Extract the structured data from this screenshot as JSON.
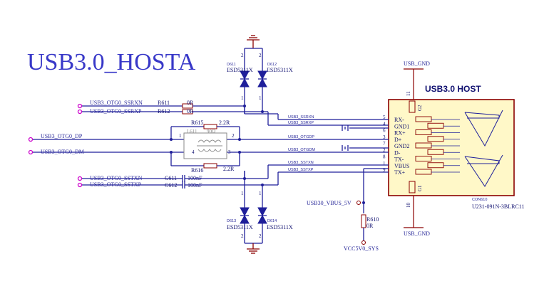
{
  "title": "USB3.0_HOSTA",
  "connector": {
    "title": "USB3.0 HOST",
    "ref": "CON610",
    "part": "U231-091N-3BLRC11",
    "gnd_top": "USB_GND",
    "gnd_bottom": "USB_GND",
    "pin_top": "11",
    "pin_bottom": "10",
    "g1": "G1",
    "g2": "G2",
    "pins": [
      {
        "num": "5",
        "name": "RX-"
      },
      {
        "num": "4",
        "name": "GND1"
      },
      {
        "num": "6",
        "name": "RX+"
      },
      {
        "num": "3",
        "name": "D+"
      },
      {
        "num": "7",
        "name": "GND2"
      },
      {
        "num": "2",
        "name": "D-"
      },
      {
        "num": "8",
        "name": "TX-"
      },
      {
        "num": "1",
        "name": "VBUS"
      },
      {
        "num": "9",
        "name": "TX+"
      }
    ]
  },
  "nets": {
    "ssrxn": "USB3_OTG0_SSRXN",
    "ssrxp": "USB3_OTG0_SSRXP",
    "dp": "USB3_OTG0_DP",
    "dm": "USB3_OTG0_DM",
    "sstxn": "USB3_OTG0_SSTXN",
    "sstxp": "USB3_OTG0_SSTXP",
    "usb_ssrxn": "USB3_SSRXN",
    "usb_ssrxp": "USB3_SSRXP",
    "usb_otgdp": "USB3_OTGDP",
    "usb_otgdm": "USB3_OTGDM",
    "usb_sstxn": "USB3_SSTXN",
    "usb_sstxp": "USB3_SSTXP",
    "vbus": "USB30_VBUS_5V",
    "vcc": "VCC5V0_SYS"
  },
  "parts": {
    "r611": "R611",
    "r612": "R612",
    "r615": "R615",
    "r616": "R616",
    "r610": "R610",
    "r_zero": "0R",
    "r_22": "2.2R",
    "l611": "L611",
    "l_val": "90Ω",
    "choke_pin1": "1",
    "choke_pin2": "2",
    "choke_pin3": "3",
    "choke_pin4": "4",
    "c611": "C611",
    "c612": "C612",
    "c_val": "100nF"
  },
  "esd": {
    "top_left_ref": "D611",
    "top_right_ref": "D612",
    "bottom_left_ref": "D613",
    "bottom_right_ref": "D614",
    "top_left_part": "ESD5311X",
    "top_right_part": "ESD5311X",
    "bottom_left_part": "ESD5311X",
    "bottom_right_part": "ESD5311X",
    "pin1": "1",
    "pin2": "2"
  }
}
